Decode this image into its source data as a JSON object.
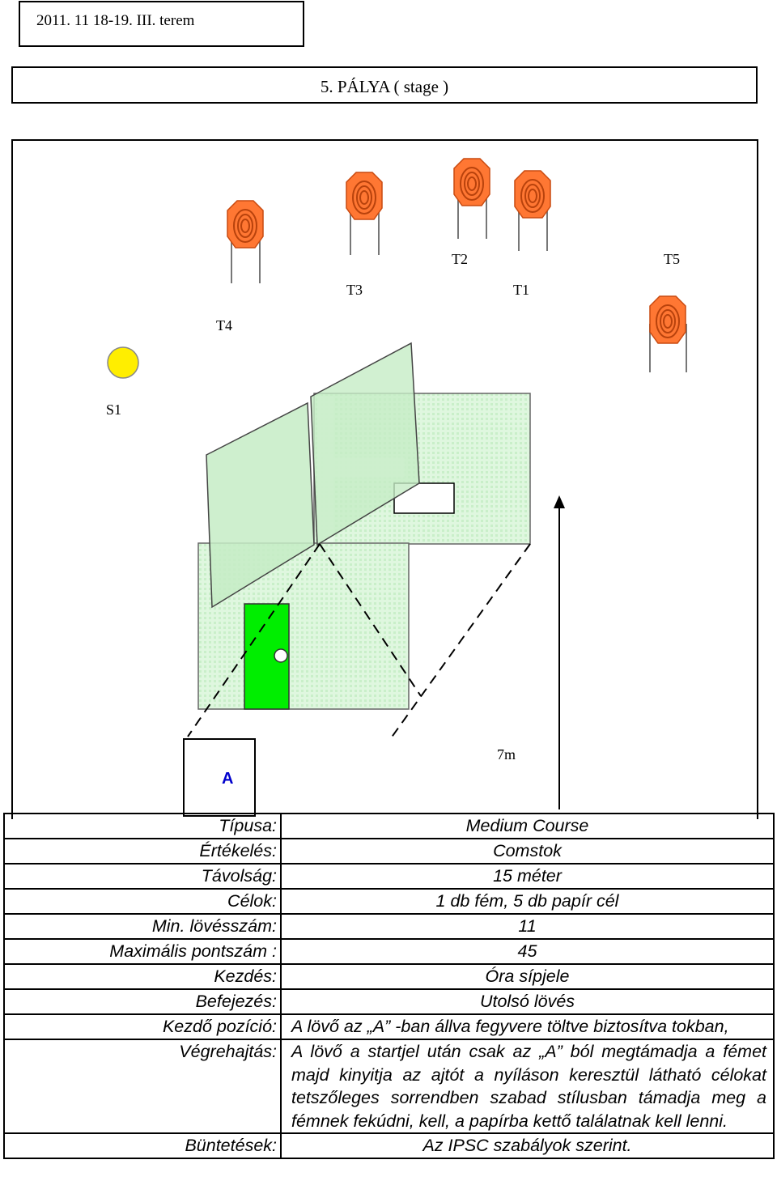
{
  "header": {
    "date": "2011. 11 18-19. III. terem"
  },
  "stage": {
    "title": "5. PÁLYA ( stage )"
  },
  "diagram": {
    "target_labels": [
      "T1",
      "T2",
      "T3",
      "T4",
      "T5"
    ],
    "steel_label": "S1",
    "start_label": "A",
    "distance_label": "7m",
    "colors": {
      "target": "#ff7733",
      "steel": "#ffee00",
      "door": "#00ee00",
      "wall": "#d6f5d6",
      "dashed": "#000000",
      "start_text": "#0000cc"
    }
  },
  "info": {
    "rows": [
      {
        "key": "Típusa:",
        "value": "Medium Course"
      },
      {
        "key": "Értékelés:",
        "value": "Comstok"
      },
      {
        "key": "Távolság:",
        "value": "15 méter"
      },
      {
        "key": "Célok:",
        "value": "1 db fém,  5 db papír cél"
      },
      {
        "key": "Min. lövésszám:",
        "value": "11"
      },
      {
        "key": "Maximális pontszám :",
        "value": "45"
      },
      {
        "key": "Kezdés:",
        "value": "Óra sípjele"
      },
      {
        "key": "Befejezés:",
        "value": "Utolsó lövés"
      },
      {
        "key": "Kezdő pozíció:",
        "value": "A lövő az „A” -ban állva  fegyvere töltve  biztosítva tokban,"
      },
      {
        "key": "Végrehajtás:",
        "value": "A lövő a startjel után csak  az „A” ból megtámadja a fémet majd kinyitja az ajtót  a nyíláson keresztül látható célokat tetszőleges sorrendben szabad stílusban támadja meg a fémnek fekúdni, kell, a papírba kettő találatnak kell lenni."
      },
      {
        "key": "Büntetések:",
        "value": "Az IPSC szabályok szerint."
      }
    ]
  }
}
